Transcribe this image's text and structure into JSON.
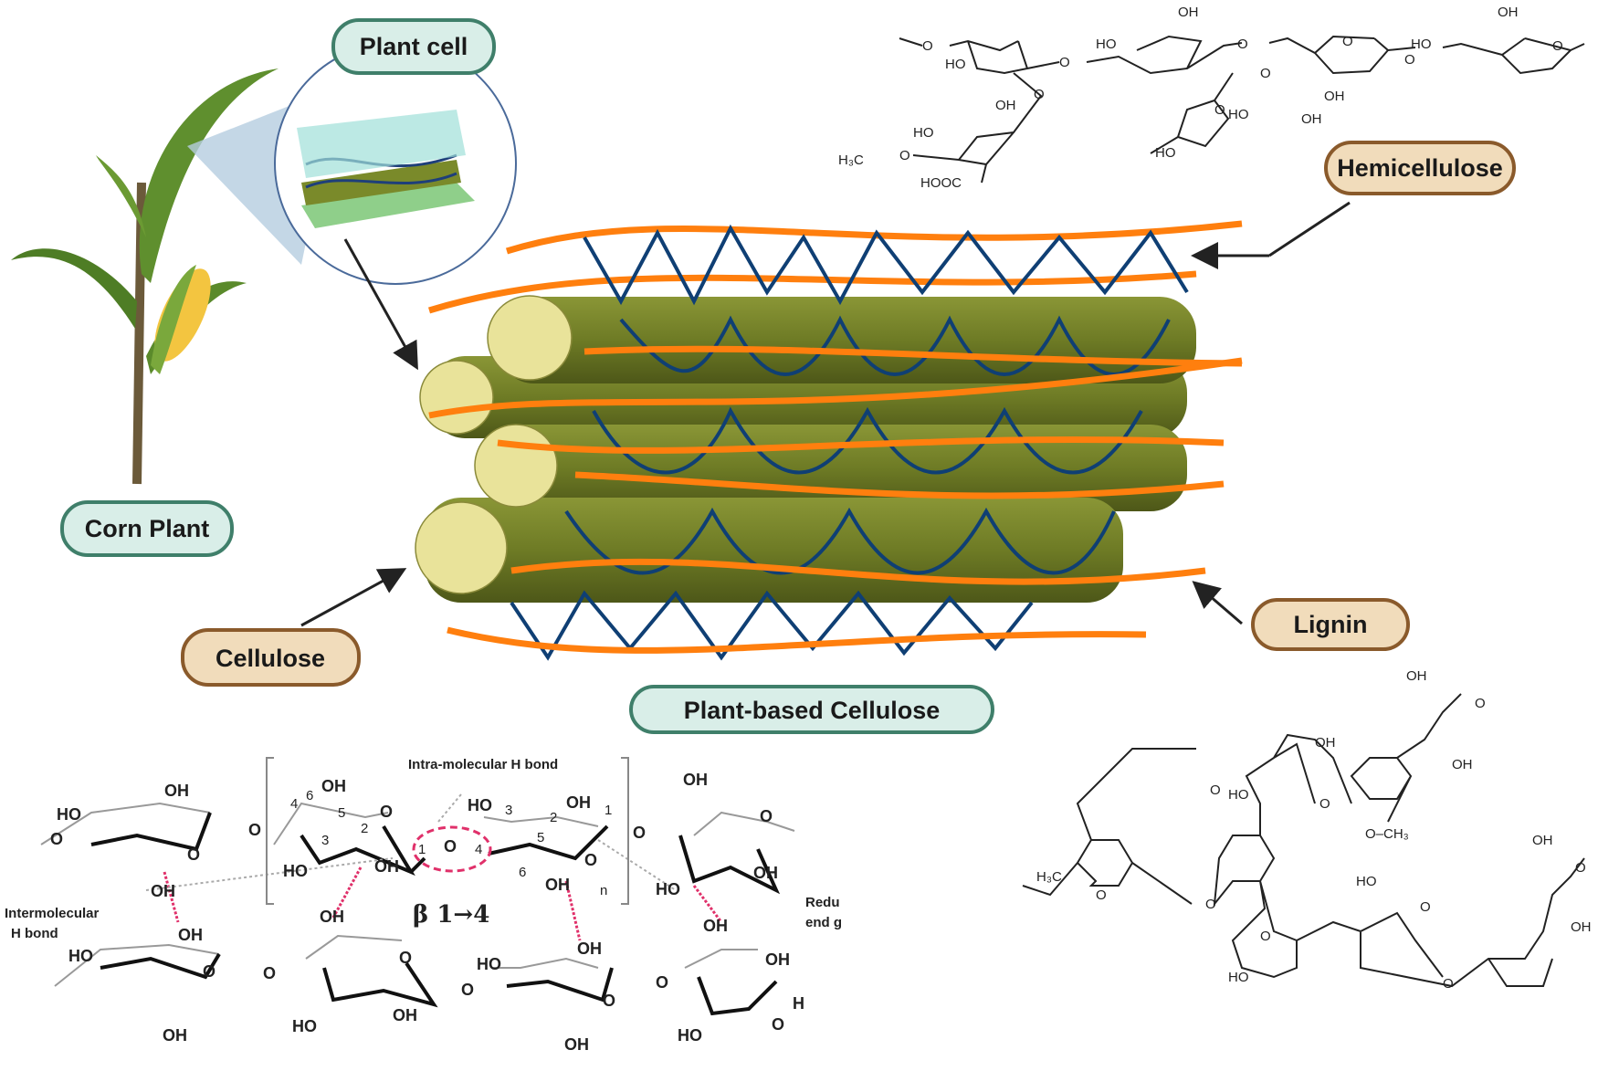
{
  "labels": {
    "plant_cell": "Plant cell",
    "corn_plant": "Corn Plant",
    "cellulose": "Cellulose",
    "hemicellulose": "Hemicellulose",
    "lignin": "Lignin",
    "plant_based_cellulose": "Plant-based Cellulose"
  },
  "cellulose_structure": {
    "intra_bond": "Intra-molecular H bond",
    "inter_bond_line1": "Intermolecular",
    "inter_bond_line2": "H bond",
    "linkage": "β 1→4",
    "reducing_end_line1": "Redu",
    "reducing_end_line2": "end g",
    "repeat": "n",
    "oh": "OH",
    "ho": "HO",
    "o": "O",
    "h": "H",
    "carbon_numbers": [
      "1",
      "2",
      "3",
      "4",
      "5",
      "6"
    ]
  },
  "hemicellulose_structure": {
    "oh": "OH",
    "ho": "HO",
    "o": "O",
    "h3c": "H₃C",
    "hooc": "HOOC"
  },
  "lignin_structure": {
    "oh": "OH",
    "ho": "HO",
    "o": "O",
    "h3c": "H₃C",
    "och3": "O–CH₃"
  },
  "colors": {
    "label_green_fill": "#d9eee8",
    "label_green_border": "#3f7f6a",
    "label_tan_fill": "#f1dcbb",
    "label_tan_border": "#8a5a2b",
    "fiber": "#6f7a27",
    "hemicellulose_strand": "#ff7f0e",
    "lignin_strand": "#123f73",
    "hbond": "#e0306a"
  }
}
